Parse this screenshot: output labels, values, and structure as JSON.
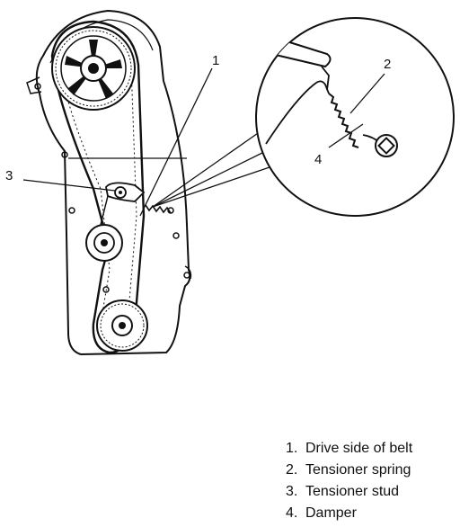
{
  "callouts": {
    "c1": "1",
    "c2": "2",
    "c3": "3",
    "c4": "4"
  },
  "legend": [
    {
      "number": "1.",
      "label": "Drive side of belt"
    },
    {
      "number": "2.",
      "label": "Tensioner spring"
    },
    {
      "number": "3.",
      "label": "Tensioner stud"
    },
    {
      "number": "4.",
      "label": "Damper"
    }
  ],
  "colors": {
    "ink": "#111111",
    "paper": "#ffffff"
  }
}
